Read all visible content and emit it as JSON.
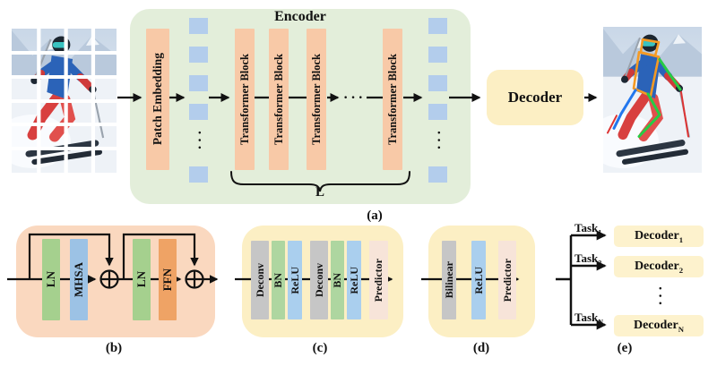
{
  "figure": {
    "description": "Vision-transformer pose estimation architecture figure",
    "input_image": "skier-photo-split-into-patches",
    "output_image": "skier-photo-with-pose-skeleton"
  },
  "glyphs": {
    "h_ellipsis": "···",
    "v_ellipsis": "···"
  },
  "panel_labels": {
    "a": "(a)",
    "b": "(b)",
    "c": "(c)",
    "d": "(d)",
    "e": "(e)"
  },
  "pipeline": {
    "encoder_title": "Encoder",
    "patch_embedding": "Patch Embedding",
    "blocks": [
      "Transformer Block",
      "Transformer Block",
      "Transformer Block",
      "Transformer Block"
    ],
    "depth_label": "L",
    "decoder_label": "Decoder"
  },
  "transformer_block_detail": {
    "layers": [
      "LN",
      "MHSA",
      "LN",
      "FFN"
    ]
  },
  "classic_decoder": {
    "layers": [
      "Deconv",
      "BN",
      "ReLU",
      "Deconv",
      "BN",
      "ReLU",
      "Predictor"
    ]
  },
  "simple_decoder": {
    "layers": [
      "Bilinear",
      "ReLU",
      "Predictor"
    ]
  },
  "multi_task": {
    "tasks": [
      {
        "base": "Task",
        "sub": "1"
      },
      {
        "base": "Task",
        "sub": "2"
      },
      {
        "base": "Task",
        "sub": "N"
      }
    ],
    "decoders": [
      {
        "base": "Decoder",
        "sub": "1"
      },
      {
        "base": "Decoder",
        "sub": "2"
      },
      {
        "base": "Decoder",
        "sub": "N"
      }
    ]
  },
  "colors": {
    "encoder_bg": "#e3eeda",
    "decoder_bg": "#fcefc4",
    "block_detail_bg": "#fad8bf",
    "bar_orange": "#f8c9a7",
    "token_blue": "#b3cdec",
    "ln_green": "#a5d08e",
    "mhsa_blue": "#9cc2e5",
    "ffn_orange": "#efa365",
    "deconv_gray": "#c6c6c6",
    "bn_green": "#aed6a0",
    "relu_blue": "#aacfee",
    "predictor_pink": "#f7e4d9",
    "mini_decoder_bg": "#fdf2cd",
    "skeleton_orange": "#f59a23",
    "skeleton_green": "#27cc44",
    "skeleton_blue": "#2277ee",
    "skeleton_red": "#dd3333"
  }
}
